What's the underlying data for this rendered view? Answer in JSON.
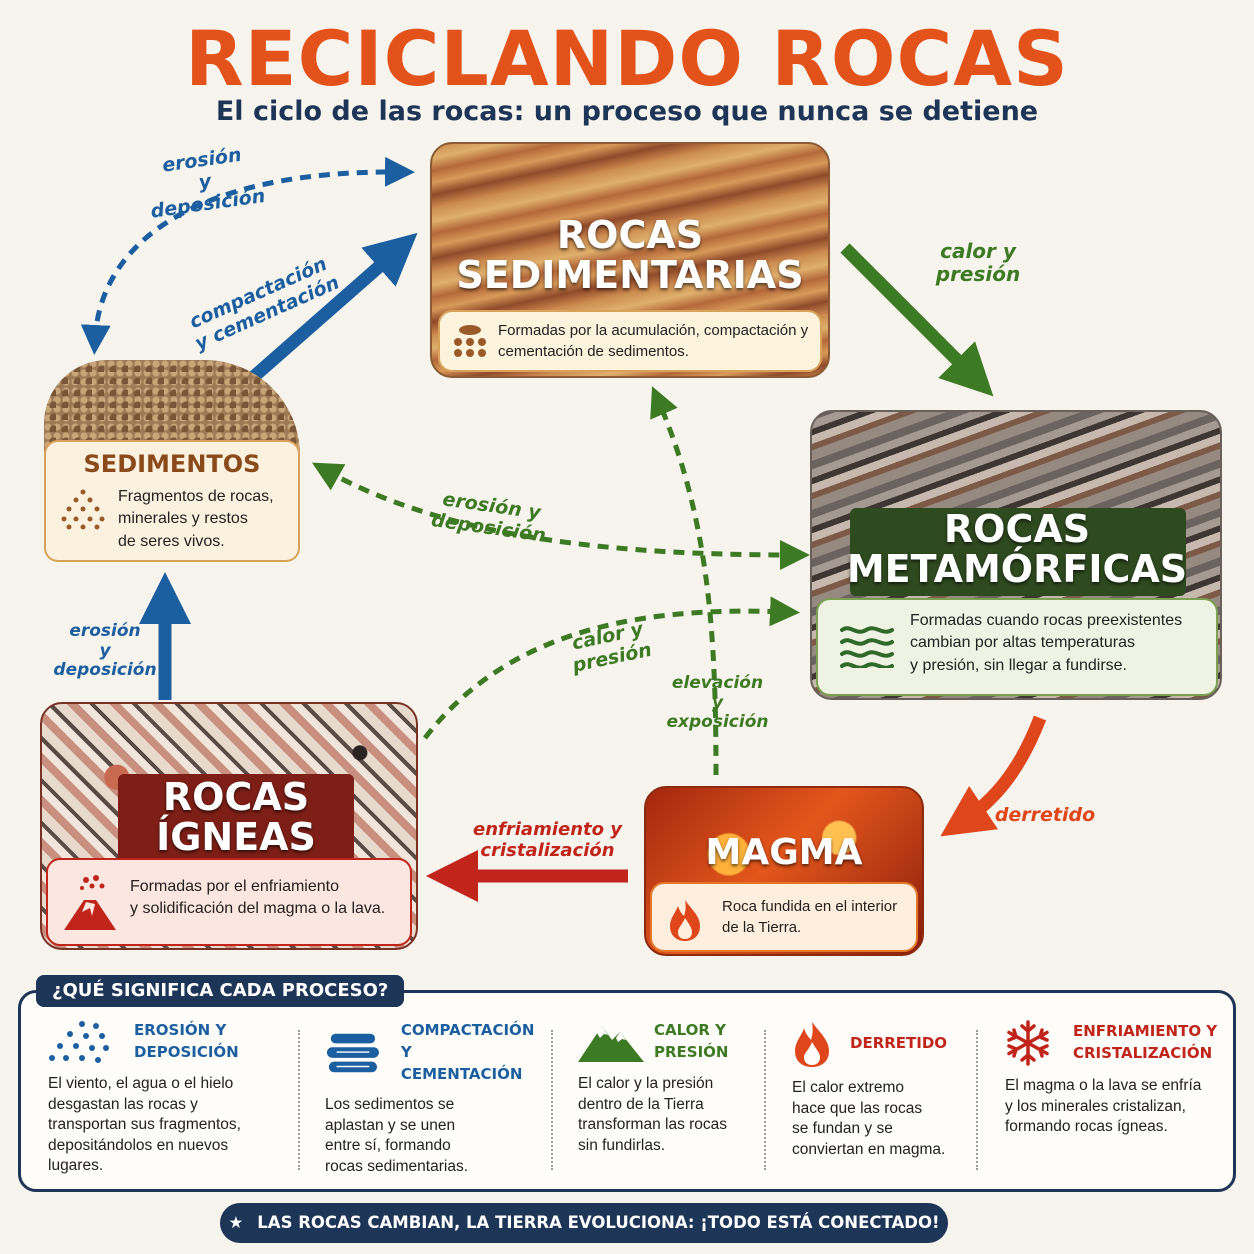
{
  "title": "RECICLANDO ROCAS",
  "subtitle": "El ciclo de las rocas: un proceso que nunca se detiene",
  "nodes": {
    "sedimentarias": {
      "title_line1": "ROCAS",
      "title_line2": "SEDIMENTARIAS",
      "description": "Formadas por la acumulación, compactación y cementación de sedimentos."
    },
    "metamorficas": {
      "title_line1": "ROCAS",
      "title_line2": "METAMÓRFICAS",
      "description_lines": [
        "Formadas cuando rocas preexistentes",
        "cambian por altas temperaturas",
        "y presión, sin llegar a fundirse."
      ]
    },
    "sedimentos": {
      "title": "SEDIMENTOS",
      "description_lines": [
        "Fragmentos de rocas,",
        "minerales y restos",
        "de seres vivos."
      ]
    },
    "igneas": {
      "title_line1": "ROCAS",
      "title_line2": "ÍGNEAS",
      "description_lines": [
        "Formadas por el enfriamiento",
        "y solidificación del magma o la lava."
      ]
    },
    "magma": {
      "title": "MAGMA",
      "description_lines": [
        "Roca fundida en el interior",
        "de la Tierra."
      ]
    }
  },
  "arrows": {
    "erosion_top": [
      "erosión",
      "y",
      "deposición"
    ],
    "compactacion": [
      "compactación",
      "y cementación"
    ],
    "calor_right": [
      "calor y",
      "presión"
    ],
    "erosion_mid": [
      "erosión y",
      "deposición"
    ],
    "calor_mid": [
      "calor y",
      "presión"
    ],
    "elevacion": [
      "elevación",
      "y",
      "exposición"
    ],
    "erosion_left": [
      "erosión",
      "y",
      "deposición"
    ],
    "derretido": "derretido",
    "enfriamiento": [
      "enfriamiento y",
      "cristalización"
    ]
  },
  "legend": {
    "heading": "¿QUÉ SIGNIFICA CADA PROCESO?",
    "items": [
      {
        "title_lines": [
          "EROSIÓN Y",
          "DEPOSICIÓN"
        ],
        "body_lines": [
          "El viento, el agua o el hielo",
          "desgastan las rocas y",
          "transportan sus fragmentos,",
          "depositándolos en nuevos",
          "lugares."
        ],
        "color": "#1c5fa0",
        "icon": "dots-icon"
      },
      {
        "title_lines": [
          "COMPACTACIÓN Y",
          "CEMENTACIÓN"
        ],
        "body_lines": [
          "Los sedimentos se",
          "aplastan y se unen",
          "entre sí, formando",
          "rocas sedimentarias."
        ],
        "color": "#1c5fa0",
        "icon": "layers-icon"
      },
      {
        "title_lines": [
          "CALOR Y",
          "PRESIÓN"
        ],
        "body_lines": [
          "El calor y la presión",
          "dentro de la Tierra",
          "transforman las rocas",
          "sin fundirlas."
        ],
        "color": "#3d7a24",
        "icon": "mountain-icon"
      },
      {
        "title_lines": [
          "DERRETIDO"
        ],
        "body_lines": [
          "El calor extremo",
          "hace que las rocas",
          "se fundan y se",
          "conviertan en magma."
        ],
        "color": "#c0241a",
        "icon": "flame-icon"
      },
      {
        "title_lines": [
          "ENFRIAMIENTO Y",
          "CRISTALIZACIÓN"
        ],
        "body_lines": [
          "El magma o la lava se enfría",
          "y los minerales cristalizan,",
          "formando rocas ígneas."
        ],
        "color": "#c0241a",
        "icon": "snowflake-icon"
      }
    ]
  },
  "footer": "LAS ROCAS CAMBIAN, LA TIERRA EVOLUCIONA: ¡TODO ESTÁ CONECTADO!",
  "colors": {
    "title": "#e4521b",
    "navy": "#1d3557",
    "blue": "#1c5fa0",
    "green": "#3d7a24",
    "red": "#c0241a",
    "orange": "#e0461c"
  }
}
